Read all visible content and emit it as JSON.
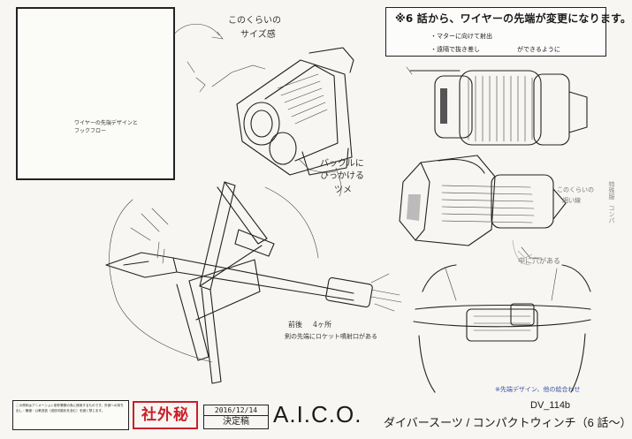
{
  "notes": {
    "title": "※6 話から、ワイヤーの先端が変更になります。",
    "line1": "・マターに向けて射出",
    "line2_a": "・遠隔で抜き差し",
    "line2_b": "ができるように"
  },
  "annotations": {
    "size_feel": "このくらいの",
    "size_feel2": "サイズ感",
    "catch": "バックルに",
    "catch2": "ひっかける",
    "claw": "ツメ",
    "forward": "前後",
    "forward2": "4ヶ所",
    "rocket": "剣の先端にロケット噴射口がある",
    "hole": "中に穴がある",
    "side_small": "このくらいの",
    "side_small2": "細い線",
    "inset_note": "ワイヤーの先端デザインと",
    "inset_note2": "フックフロー"
  },
  "side_tag": {
    "a": "特殊服",
    "b": "コンパ"
  },
  "footer": {
    "tip_note": "※先端デザイン、他の絵合わせ",
    "disclaimer": "この資料はアニメーション制作業務の為に使用するものです。外部への持ち出し・譲渡・公衆送信（送信可能化を含む）を固く禁じます。",
    "stamp": "社外秘",
    "date": "2016/12/14",
    "status": "決定稿",
    "title": "A.I.C.O.",
    "code": "DV_114b",
    "caption": "ダイバースーツ / コンパクトウィンチ（6 話〜）"
  }
}
